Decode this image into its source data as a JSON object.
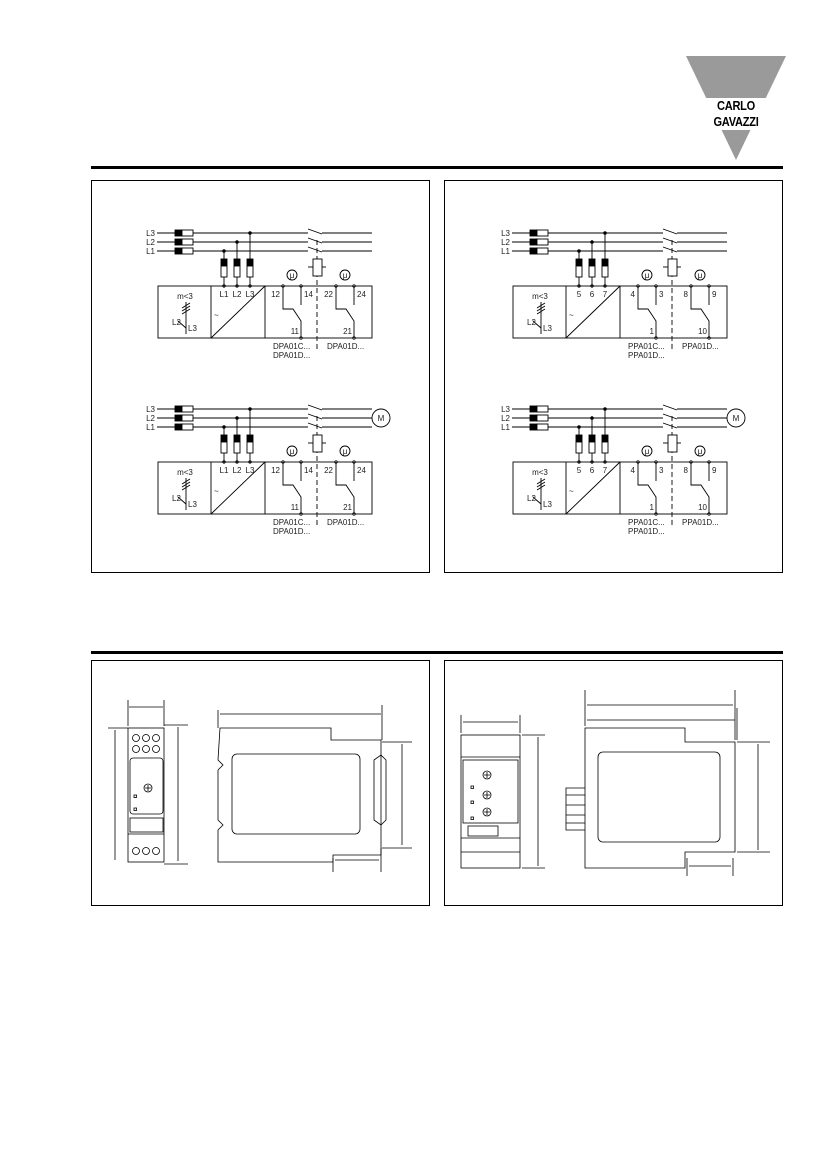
{
  "brand": {
    "name": "CARLO GAVAZZI",
    "color": "#9a9a9a"
  },
  "wiring": [
    {
      "phases": [
        "L3",
        "L2",
        "L1"
      ],
      "supply_terminals": [
        "L1",
        "L2",
        "L3"
      ],
      "contacts_a": [
        "12",
        "14",
        "11"
      ],
      "contacts_b": [
        "22",
        "24",
        "21"
      ],
      "models_a": [
        "DPA01C...",
        "DPA01D..."
      ],
      "model_b": "DPA01D...",
      "symbol": "m<3",
      "sub_labels": [
        "L2",
        "L3"
      ],
      "motor": false
    },
    {
      "phases": [
        "L3",
        "L2",
        "L1"
      ],
      "supply_terminals": [
        "L1",
        "L2",
        "L3"
      ],
      "contacts_a": [
        "12",
        "14",
        "11"
      ],
      "contacts_b": [
        "22",
        "24",
        "21"
      ],
      "models_a": [
        "DPA01C...",
        "DPA01D..."
      ],
      "model_b": "DPA01D...",
      "symbol": "m<3",
      "sub_labels": [
        "L2",
        "L3"
      ],
      "motor": true,
      "motor_label": "M"
    },
    {
      "phases": [
        "L3",
        "L2",
        "L1"
      ],
      "supply_terminals": [
        "5",
        "6",
        "7"
      ],
      "contacts_a": [
        "4",
        "3",
        "1"
      ],
      "contacts_b": [
        "8",
        "9",
        "10"
      ],
      "models_a": [
        "PPA01C...",
        "PPA01D..."
      ],
      "model_b": "PPA01D...",
      "symbol": "m<3",
      "sub_labels": [
        "L2",
        "L3"
      ],
      "motor": false
    },
    {
      "phases": [
        "L3",
        "L2",
        "L1"
      ],
      "supply_terminals": [
        "5",
        "6",
        "7"
      ],
      "contacts_a": [
        "4",
        "3",
        "1"
      ],
      "contacts_b": [
        "8",
        "9",
        "10"
      ],
      "models_a": [
        "PPA01C...",
        "PPA01D..."
      ],
      "model_b": "PPA01D...",
      "symbol": "m<3",
      "sub_labels": [
        "L2",
        "L3"
      ],
      "motor": true,
      "motor_label": "M"
    }
  ]
}
